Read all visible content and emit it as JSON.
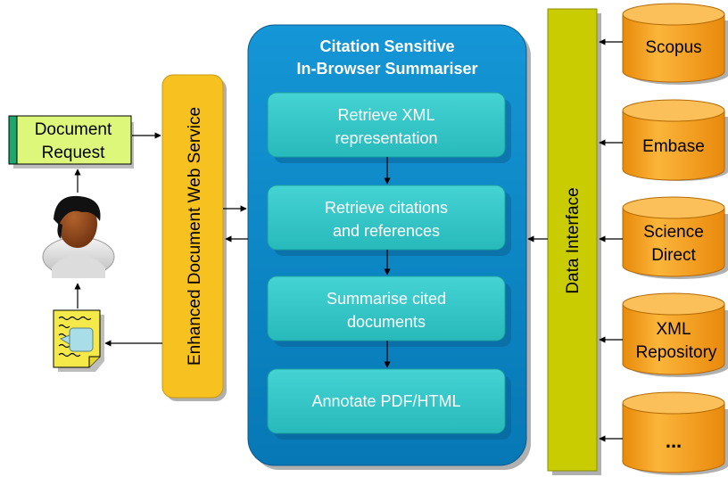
{
  "document_request": {
    "line1": "Document",
    "line2": "Request"
  },
  "web_service": {
    "label": "Enhanced Document Web Service"
  },
  "summariser": {
    "title_line1": "Citation Sensitive",
    "title_line2": "In-Browser Summariser",
    "steps": [
      {
        "line1": "Retrieve XML",
        "line2": "representation"
      },
      {
        "line1": "Retrieve citations",
        "line2": "and references"
      },
      {
        "line1": "Summarise cited",
        "line2": "documents"
      },
      {
        "line1": "Annotate PDF/HTML",
        "line2": ""
      }
    ]
  },
  "data_interface": {
    "label": "Data Interface"
  },
  "databases": [
    {
      "line1": "Scopus",
      "line2": ""
    },
    {
      "line1": "Embase",
      "line2": ""
    },
    {
      "line1": "Science",
      "line2": "Direct"
    },
    {
      "line1": "XML",
      "line2": "Repository"
    },
    {
      "line1": "...",
      "line2": ""
    }
  ],
  "colors": {
    "summariser_bg": "#0a87c7",
    "step_bg": "#33c6c6",
    "web_service_bg": "#f7c21f",
    "data_interface_bg": "#c9cc00",
    "database_bg": "#f7a21a",
    "doc_request_bg": "#ddf77a"
  }
}
